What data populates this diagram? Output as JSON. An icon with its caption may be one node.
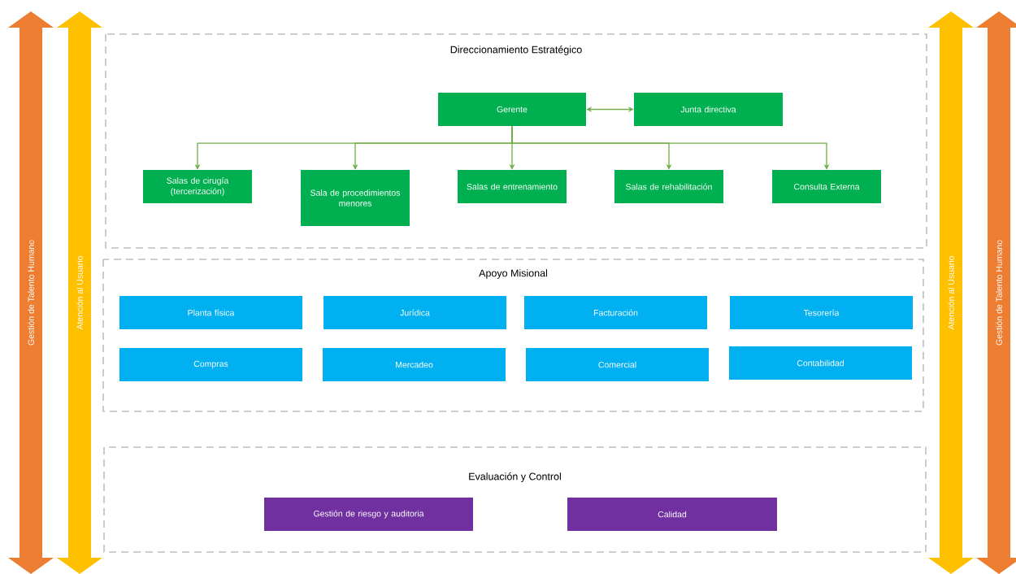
{
  "diagram": {
    "nodes": [
      {
        "text": [
          "Direccionamiento Estratégico"
        ]
      },
      {
        "text": [
          "Gerente"
        ],
        "in": 0
      },
      {
        "text": [
          "Junta directiva"
        ],
        "in": 0
      },
      {
        "text": [
          "Salas de cirugía (tercerización)"
        ],
        "in": 0
      },
      {
        "text": [
          "Sala de procedimientos menores"
        ],
        "in": 0
      },
      {
        "text": [
          "Salas de entrenamiento"
        ],
        "in": 0
      },
      {
        "text": [
          "Salas de rehabilitación"
        ],
        "in": 0
      },
      {
        "text": [
          "Consulta Externa"
        ],
        "in": 0
      },
      {
        "text": [
          "Apoyo Misional"
        ]
      },
      {
        "text": [
          "Planta física"
        ],
        "in": 8
      },
      {
        "text": [
          "Jurídica"
        ],
        "in": 8
      },
      {
        "text": [
          "Facturación"
        ],
        "in": 8
      },
      {
        "text": [
          "Tesorería"
        ],
        "in": 8
      },
      {
        "text": [
          "Compras"
        ],
        "in": 8
      },
      {
        "text": [
          "Mercadeo"
        ],
        "in": 8
      },
      {
        "text": [
          "Comercial"
        ],
        "in": 8
      },
      {
        "text": [
          "Contabilidad"
        ],
        "in": 8
      },
      {
        "text": [
          "Evaluación y Control"
        ]
      },
      {
        "text": [
          "Gestión de riesgo y auditoria"
        ],
        "in": 17
      },
      {
        "text": [
          "Calidad"
        ],
        "in": 17
      },
      {
        "text": [
          "Gestión de Talento Humano"
        ]
      },
      {
        "text": [
          "Atención al Usuario"
        ]
      },
      {
        "text": [
          "Atención al Usuario"
        ]
      },
      {
        "text": [
          "Gestión de Talento Humano"
        ]
      }
    ],
    "edges": [
      {
        "from": 1,
        "to": 2,
        "arrow": "both"
      },
      {
        "from": 1,
        "to": 3,
        "arrow": "to"
      },
      {
        "from": 1,
        "to": 4,
        "arrow": "to"
      },
      {
        "from": 1,
        "to": 5,
        "arrow": "to"
      },
      {
        "from": 1,
        "to": 6,
        "arrow": "to"
      },
      {
        "from": 1,
        "to": 7,
        "arrow": "to"
      }
    ]
  }
}
